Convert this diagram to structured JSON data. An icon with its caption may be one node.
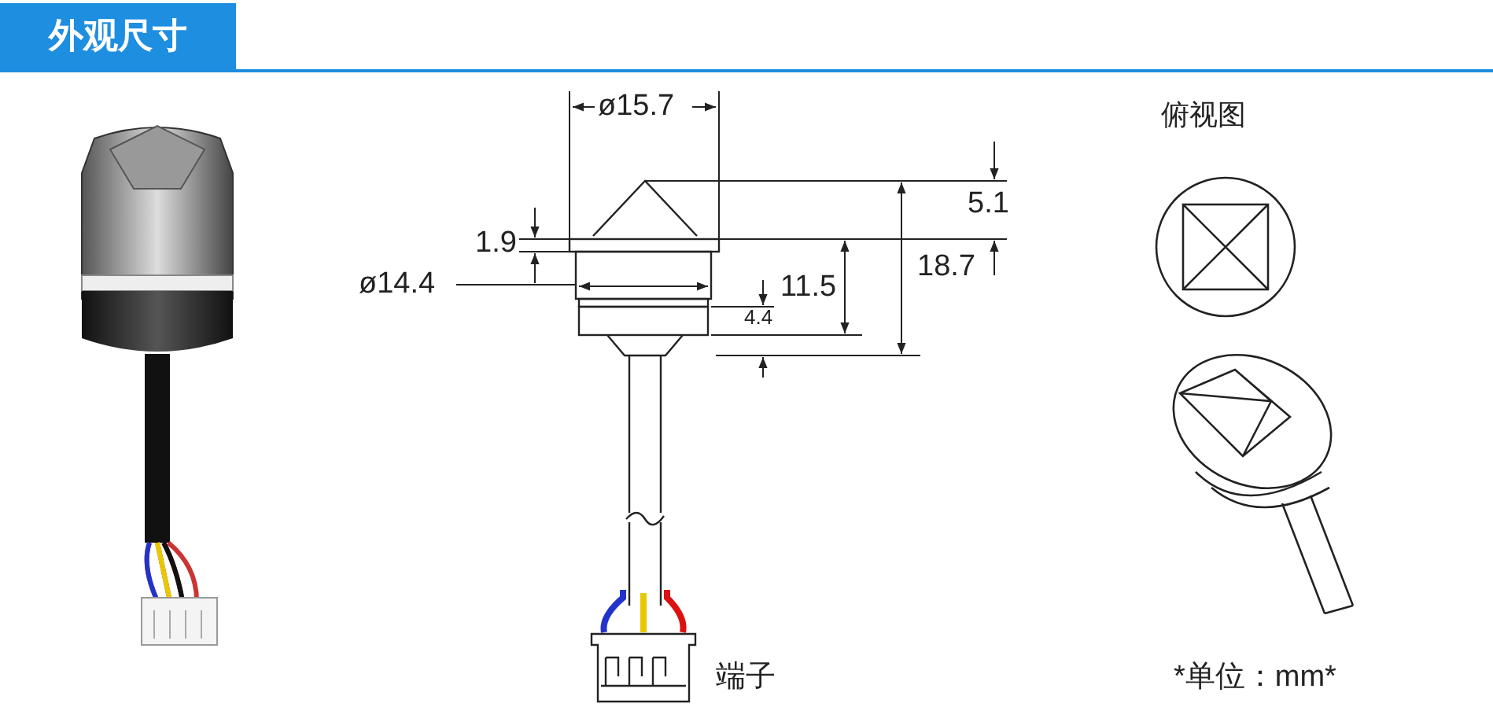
{
  "diagram": {
    "title": "外观尺寸",
    "labels": [
      "ø15.7",
      "1.9",
      "ø14.4",
      "5.1",
      "18.7",
      "11.5",
      "4.4",
      "俯视图",
      "端子",
      "*单位：mm*"
    ]
  }
}
